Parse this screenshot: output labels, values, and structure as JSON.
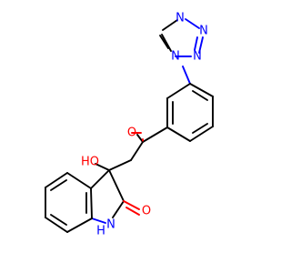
{
  "colors": {
    "background": "#ffffff",
    "carbon_bond": "#000000",
    "nitrogen": "#0000ff",
    "oxygen": "#ff0000"
  },
  "labels": {
    "tetrazole_n1": "N",
    "tetrazole_n2": "N",
    "tetrazole_n3": "N",
    "tetrazole_n4": "N",
    "ketone_o": "O",
    "hydroxyl": "HO",
    "lactam_o": "O",
    "amide_nh": "H",
    "amide_n": "N"
  }
}
